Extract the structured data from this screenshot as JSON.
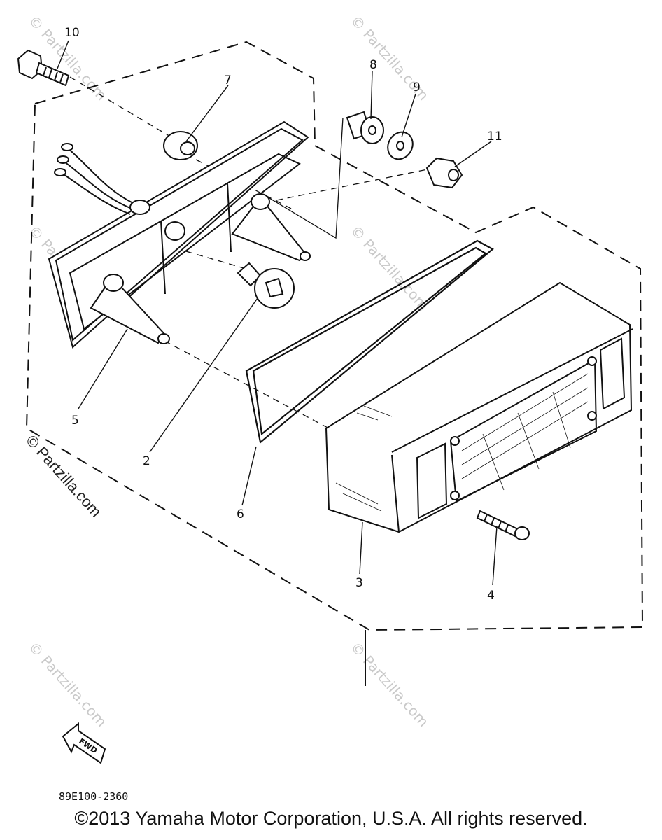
{
  "diagram": {
    "part_callouts": [
      {
        "id": "10",
        "label": "10"
      },
      {
        "id": "7",
        "label": "7"
      },
      {
        "id": "8",
        "label": "8"
      },
      {
        "id": "9",
        "label": "9"
      },
      {
        "id": "11",
        "label": "11"
      },
      {
        "id": "5",
        "label": "5"
      },
      {
        "id": "2",
        "label": "2"
      },
      {
        "id": "6",
        "label": "6"
      },
      {
        "id": "3",
        "label": "3"
      },
      {
        "id": "4",
        "label": "4"
      }
    ],
    "watermark_text": "© Partzilla.com",
    "fwd_label": "FWD",
    "diagram_code": "89E100-2360"
  },
  "footer": {
    "copyright": "©2013 Yamaha Motor Corporation, U.S.A. All rights reserved."
  },
  "colors": {
    "ink": "#111111",
    "watermark": "#c9c9c9",
    "background": "#ffffff"
  }
}
